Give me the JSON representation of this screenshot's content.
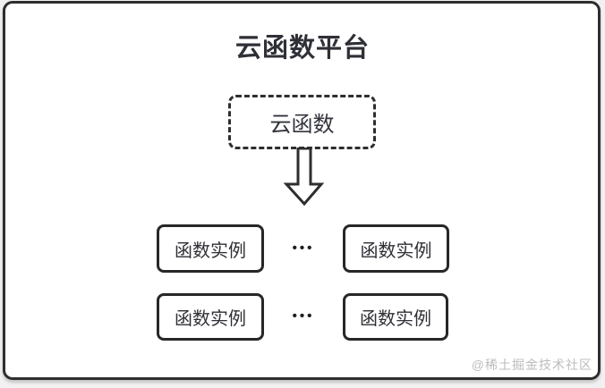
{
  "diagram": {
    "title": "云函数平台",
    "nodes": {
      "root": "云函数",
      "instances": [
        "函数实例",
        "函数实例",
        "函数实例",
        "函数实例"
      ],
      "ellipsis": "•••"
    },
    "watermark": "@稀土掘金技术社区",
    "colors": {
      "stroke": "#2e2e2e",
      "card_background": "#ffffff",
      "page_background": "#f1f1f2",
      "watermark_text": "#bcbcbc"
    }
  }
}
